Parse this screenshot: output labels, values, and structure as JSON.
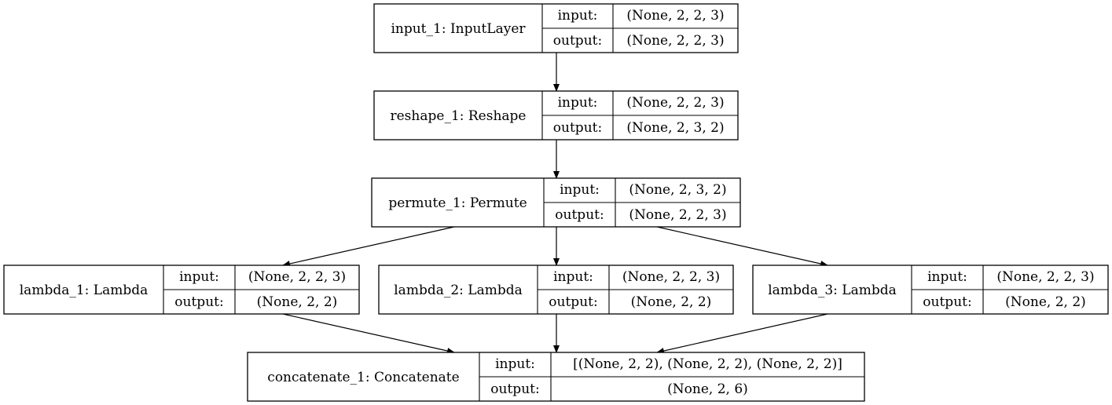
{
  "nodes": [
    {
      "id": "input_1",
      "name": "input_1: InputLayer",
      "in_label": "input:",
      "in_value": "(None, 2, 2, 3)",
      "out_label": "output:",
      "out_value": "(None, 2, 2, 3)"
    },
    {
      "id": "reshape_1",
      "name": "reshape_1: Reshape",
      "in_label": "input:",
      "in_value": "(None, 2, 2, 3)",
      "out_label": "output:",
      "out_value": "(None, 2, 3, 2)"
    },
    {
      "id": "permute_1",
      "name": "permute_1: Permute",
      "in_label": "input:",
      "in_value": "(None, 2, 3, 2)",
      "out_label": "output:",
      "out_value": "(None, 2, 2, 3)"
    },
    {
      "id": "lambda_1",
      "name": "lambda_1: Lambda",
      "in_label": "input:",
      "in_value": "(None, 2, 2, 3)",
      "out_label": "output:",
      "out_value": "(None, 2, 2)"
    },
    {
      "id": "lambda_2",
      "name": "lambda_2: Lambda",
      "in_label": "input:",
      "in_value": "(None, 2, 2, 3)",
      "out_label": "output:",
      "out_value": "(None, 2, 2)"
    },
    {
      "id": "lambda_3",
      "name": "lambda_3: Lambda",
      "in_label": "input:",
      "in_value": "(None, 2, 2, 3)",
      "out_label": "output:",
      "out_value": "(None, 2, 2)"
    },
    {
      "id": "concatenate_1",
      "name": "concatenate_1: Concatenate",
      "in_label": "input:",
      "in_value": "[(None, 2, 2), (None, 2, 2), (None, 2, 2)]",
      "out_label": "output:",
      "out_value": "(None, 2, 6)"
    }
  ],
  "edges": [
    {
      "from": "input_1",
      "to": "reshape_1"
    },
    {
      "from": "reshape_1",
      "to": "permute_1"
    },
    {
      "from": "permute_1",
      "to": "lambda_1"
    },
    {
      "from": "permute_1",
      "to": "lambda_2"
    },
    {
      "from": "permute_1",
      "to": "lambda_3"
    },
    {
      "from": "lambda_1",
      "to": "concatenate_1"
    },
    {
      "from": "lambda_2",
      "to": "concatenate_1"
    },
    {
      "from": "lambda_3",
      "to": "concatenate_1"
    }
  ]
}
